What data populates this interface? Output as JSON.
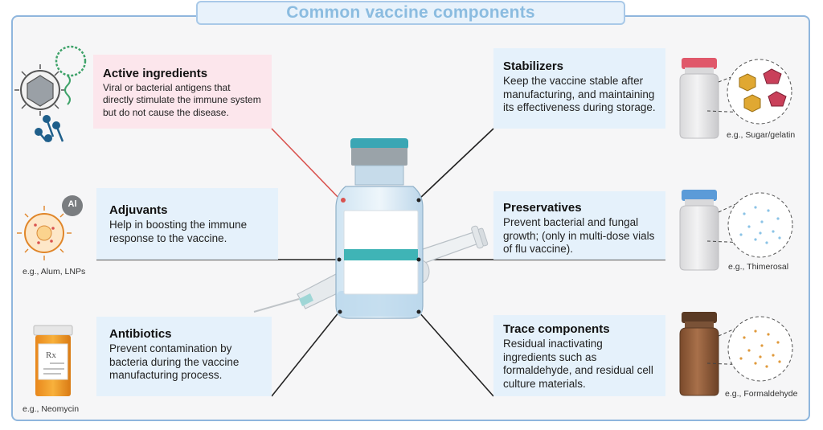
{
  "title": "Common vaccine components",
  "components": {
    "active": {
      "heading": "Active ingredients",
      "text": "Viral or bacterial antigens that directly stimulate the immune system but do not cause the disease."
    },
    "adjuvants": {
      "heading": "Adjuvants",
      "text": "Help in boosting the immune response to the vaccine.",
      "example": "e.g., Alum, LNPs",
      "badge": "Al"
    },
    "antibiotics": {
      "heading": "Antibiotics",
      "text": "Prevent contamination by bacteria during the vaccine manufacturing process.",
      "example": "e.g., Neomycin",
      "rx": "Rx"
    },
    "stabilizers": {
      "heading": "Stabilizers",
      "text": "Keep the vaccine stable after manufacturing, and maintaining its effectiveness during storage.",
      "example": "e.g., Sugar/gelatin"
    },
    "preservatives": {
      "heading": "Preservatives",
      "text": "Prevent bacterial and fungal growth; (only in multi-dose vials of flu vaccine).",
      "example": "e.g., Thimerosal"
    },
    "trace": {
      "heading": "Trace components",
      "text": "Residual inactivating ingredients such as formaldehyde, and residual cell culture materials.",
      "example": "e.g., Formaldehyde"
    }
  },
  "colors": {
    "frame": "#8fb6dd",
    "title": "#8bbce0",
    "pink_card": "#fce6ec",
    "blue_card": "#e5f1fb",
    "vial_cap": "#3aa6b4",
    "vial_band": "#3fb4b6",
    "stabilizer_cap": "#e0586a",
    "preservative_cap": "#5b9bd8",
    "trace_bottle": "#8a5a3a"
  }
}
